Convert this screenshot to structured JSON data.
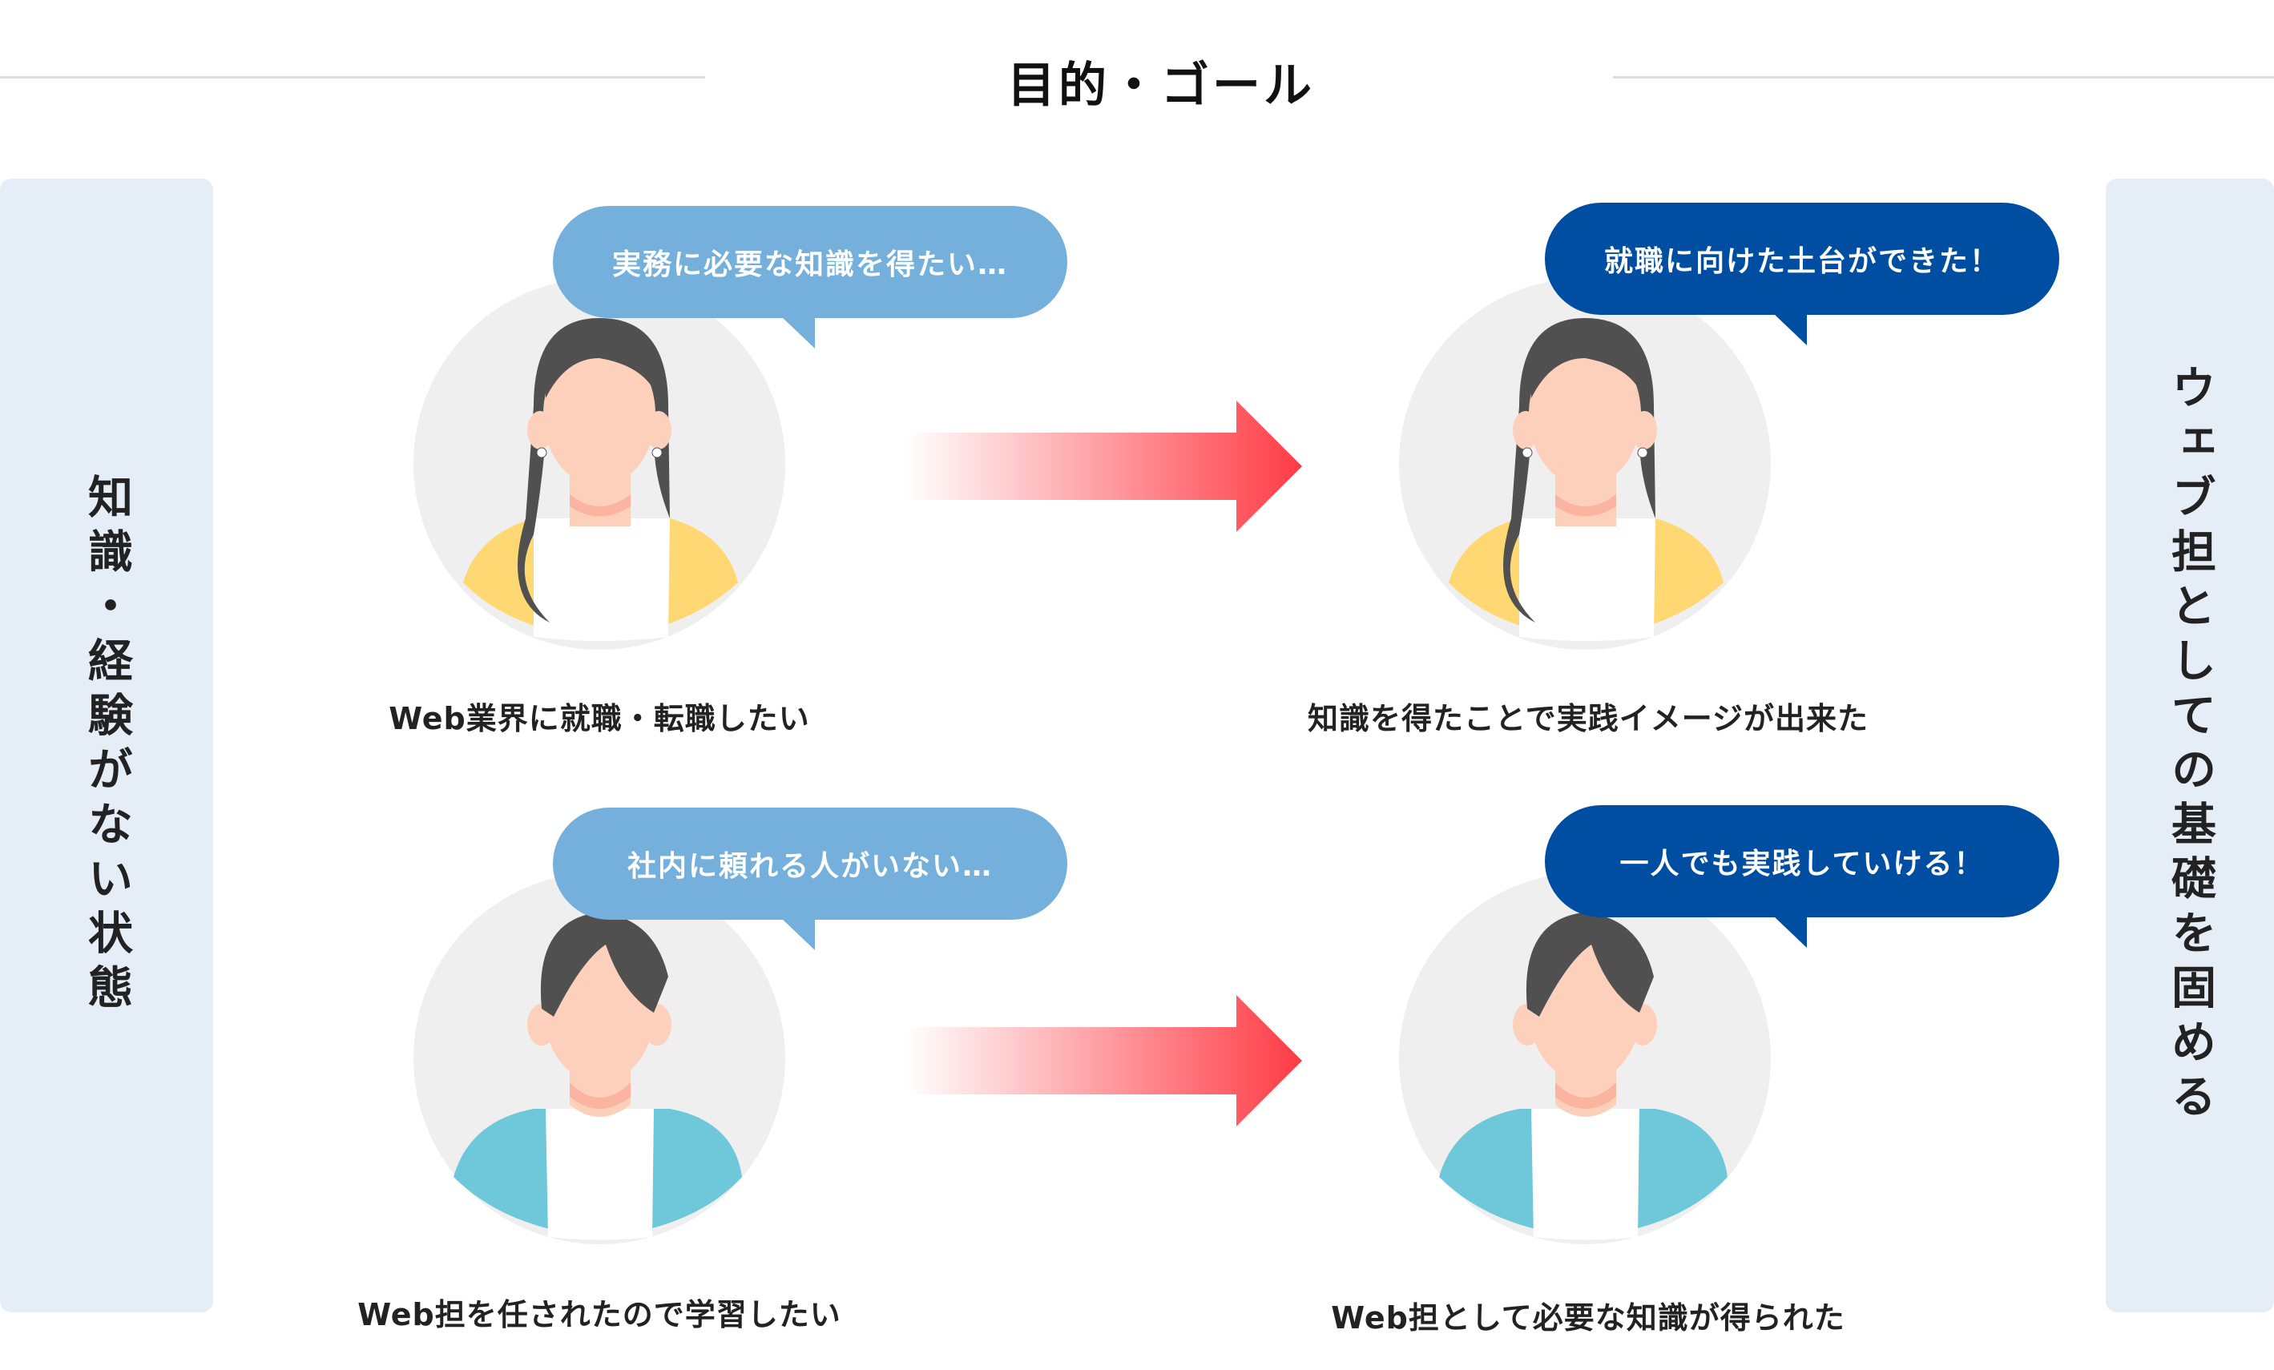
{
  "title": "目的・ゴール",
  "left_panel": "知識・経験がない状態",
  "right_panel": "ウェブ担としての基礎を固める",
  "rows": [
    {
      "before": {
        "bubble": "実務に必要な知識を得たい…",
        "caption": "Web業界に就職・転職したい",
        "person": "woman"
      },
      "after": {
        "bubble": "就職に向けた土台ができた！",
        "caption": "知識を得たことで実践イメージが出来た",
        "person": "woman"
      }
    },
    {
      "before": {
        "bubble": "社内に頼れる人がいない…",
        "caption": "Web担を任されたので学習したい",
        "person": "man"
      },
      "after": {
        "bubble": "一人でも実践していける！",
        "caption": "Web担として必要な知識が得られた",
        "person": "man"
      }
    }
  ],
  "colors": {
    "bubble_before": "#74b0db",
    "bubble_after": "#004ea1",
    "arrow": "#ff3b45",
    "panel": "#e5edf6"
  }
}
